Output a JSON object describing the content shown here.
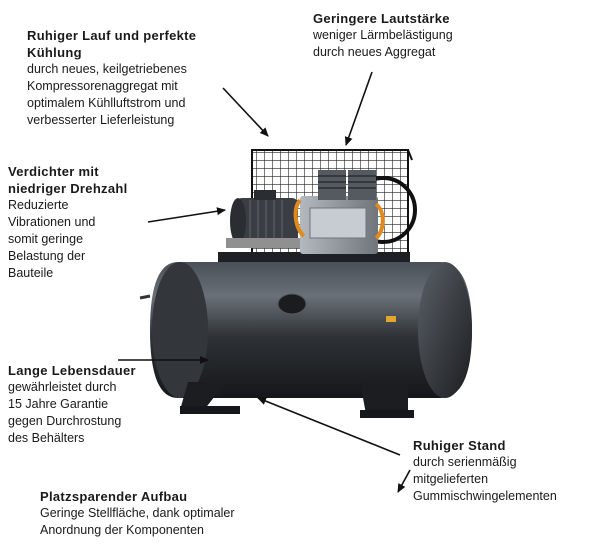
{
  "callouts": {
    "cooling": {
      "title_line1": "Ruhiger Lauf und perfekte",
      "title_line2": "Kühlung",
      "desc_lines": [
        "durch neues, keilgetriebenes",
        "Kompressorenaggregat mit",
        "optimalem Kühlluftstrom und",
        "verbesserter Lieferleistung"
      ]
    },
    "noise": {
      "title": "Geringere Lautstärke",
      "desc_lines": [
        "weniger Lärmbelästigung",
        "durch neues Aggregat"
      ]
    },
    "speed": {
      "title_line1": "Verdichter mit",
      "title_line2": "niedriger Drehzahl",
      "desc_lines": [
        "Reduzierte",
        "Vibrationen und",
        "somit geringe",
        "Belastung der",
        "Bauteile"
      ]
    },
    "lifetime": {
      "title": "Lange Lebensdauer",
      "desc_lines": [
        "gewährleistet durch",
        "15 Jahre Garantie",
        "gegen Durchrostung",
        "des Behälters"
      ]
    },
    "stand": {
      "title": "Ruhiger Stand",
      "desc_lines": [
        "durch serienmäßig",
        "mitgelieferten",
        "Gummischwingelementen"
      ]
    },
    "space": {
      "title": "Platzsparender Aufbau",
      "desc_lines": [
        "Geringe Stellfläche, dank optimaler",
        "Anordnung der Komponenten"
      ]
    }
  },
  "colors": {
    "tank": "#2b2f33",
    "tank_highlight": "#5c6269",
    "motor": "#3a3e44",
    "pump": "#8e959c",
    "accent_orange": "#e08a1e",
    "arrow": "#111111"
  }
}
